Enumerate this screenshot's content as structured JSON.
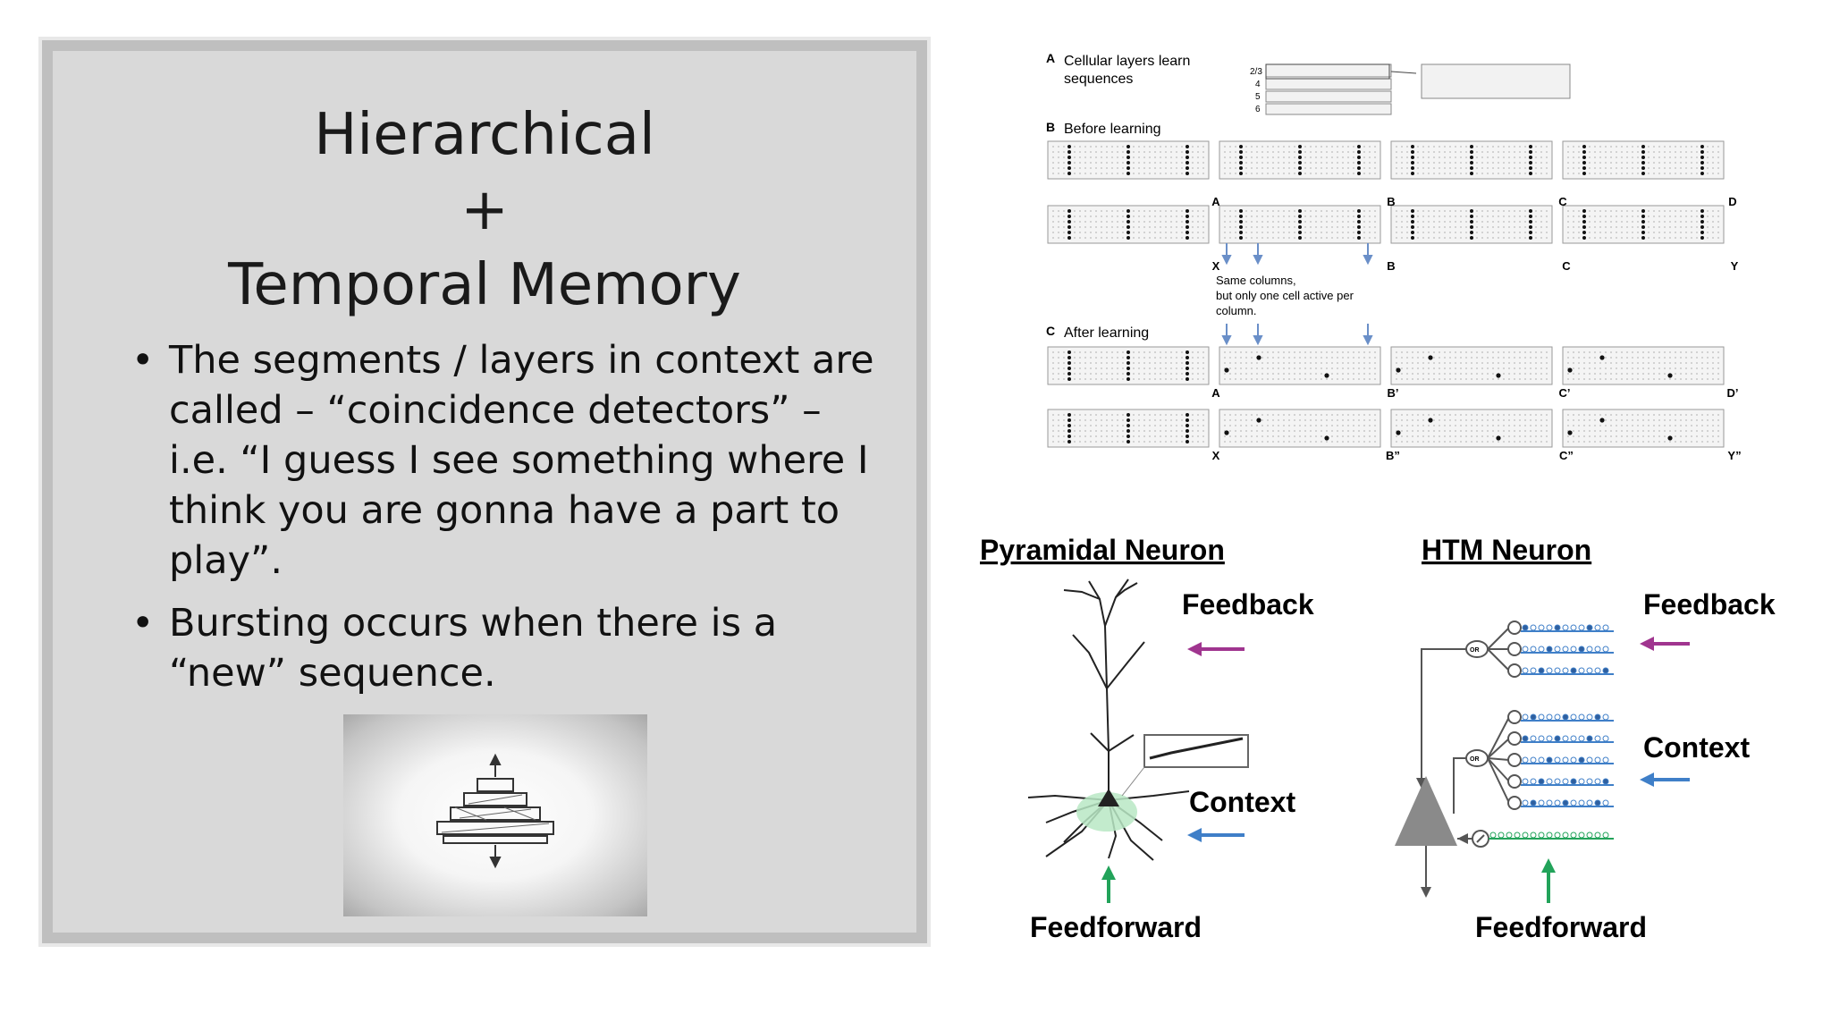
{
  "slide": {
    "title_line1": "Hierarchical",
    "title_line2": "+",
    "title_line3": "Temporal Memory",
    "bullets": [
      "The segments / layers in context are called – “coincidence detectors” – i.e. “I guess I see something where I think you are gonna have a part to play”.",
      "Bursting occurs when there is a “new” sequence."
    ],
    "bullet_glyph": "•"
  },
  "figure_top": {
    "panel_a_letter": "A",
    "panel_a_line1": "Cellular layers learn",
    "panel_a_line2": "sequences",
    "layer_labels": [
      "2/3",
      "4",
      "5",
      "6"
    ],
    "panel_b_letter": "B",
    "panel_b_title": "Before learning",
    "panel_c_letter": "C",
    "panel_c_title": "After learning",
    "row_b1": [
      "A",
      "B",
      "C",
      "D"
    ],
    "row_b2": [
      "X",
      "B",
      "C",
      "Y"
    ],
    "row_c1": [
      "A",
      "B’",
      "C’",
      "D’"
    ],
    "row_c2": [
      "X",
      "B”",
      "C”",
      "Y”"
    ],
    "note_line1": "Same columns,",
    "note_line2": "but only one cell active per",
    "note_line3": "column."
  },
  "neurons": {
    "pyramidal_title": "Pyramidal Neuron",
    "htm_title": "HTM Neuron",
    "feedback": "Feedback",
    "context": "Context",
    "feedforward": "Feedforward",
    "or_label": "OR",
    "colors": {
      "feedback": "#a0358f",
      "context": "#3f7fc8",
      "feedforward": "#22a35a"
    }
  }
}
